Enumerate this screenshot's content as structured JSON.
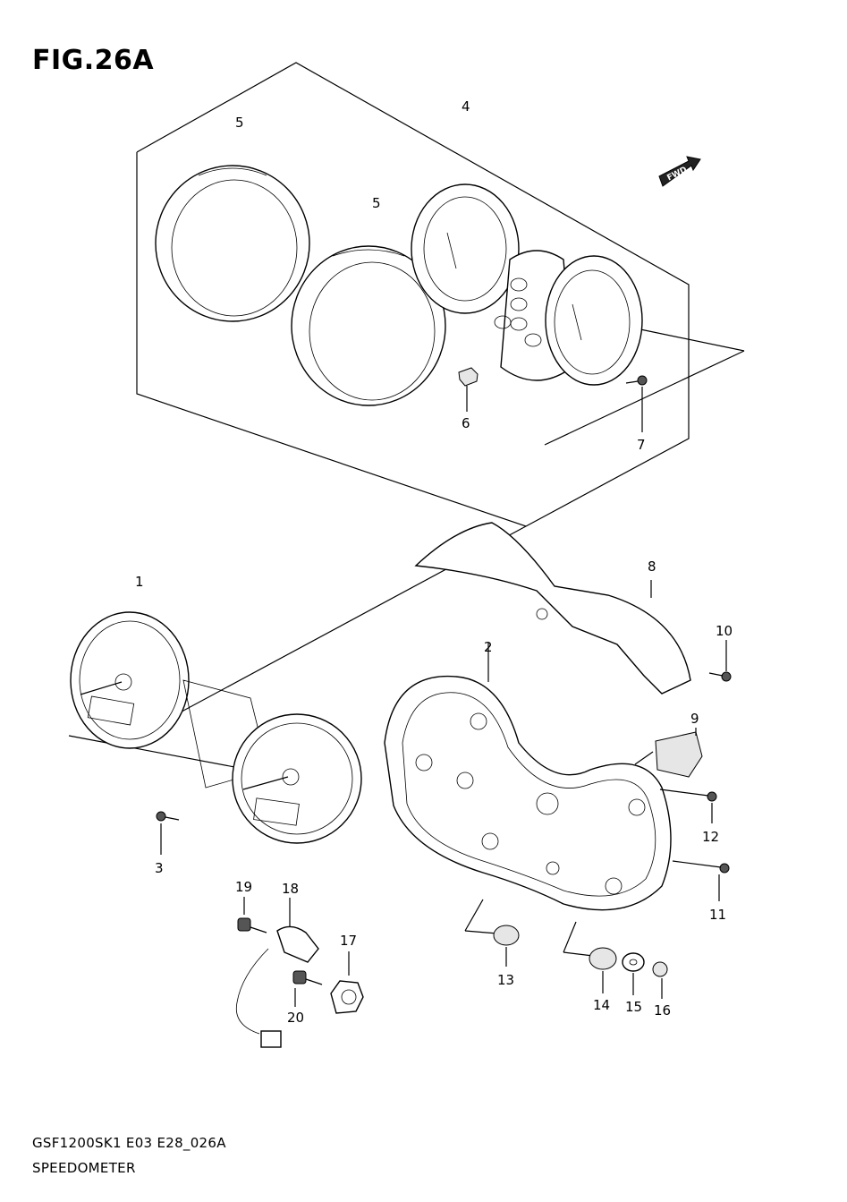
{
  "figure": {
    "title": "FIG.26A",
    "footer_code": "GSF1200SK1 E03 E28_026A",
    "footer_name": "SPEEDOMETER",
    "direction_marker": "FWD"
  },
  "callouts": [
    "1",
    "2",
    "3",
    "4",
    "5",
    "5",
    "6",
    "7",
    "8",
    "9",
    "10",
    "11",
    "12",
    "13",
    "14",
    "15",
    "16",
    "17",
    "18",
    "19",
    "20"
  ]
}
